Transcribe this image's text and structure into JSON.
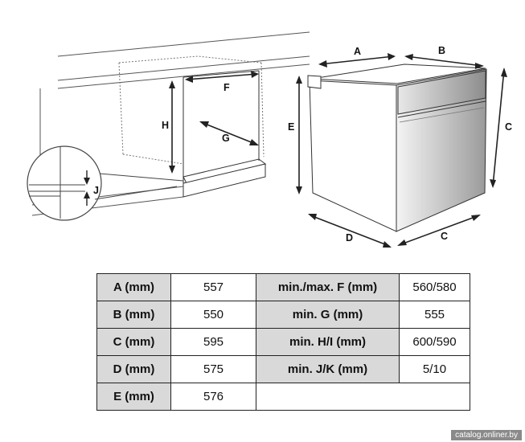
{
  "diagram": {
    "labels": {
      "A": "A",
      "B": "B",
      "C_front": "C",
      "C_depth": "C",
      "D": "D",
      "E": "E",
      "F": "F",
      "G": "G",
      "H": "H",
      "J": "J"
    }
  },
  "table": {
    "rows": [
      [
        "A (mm)",
        "557",
        "min./max. F (mm)",
        "560/580"
      ],
      [
        "B (mm)",
        "550",
        "min. G (mm)",
        "555"
      ],
      [
        "C (mm)",
        "595",
        "min. H/I (mm)",
        "600/590"
      ],
      [
        "D (mm)",
        "575",
        "min. J/K (mm)",
        "5/10"
      ],
      [
        "E (mm)",
        "576",
        "",
        ""
      ]
    ]
  },
  "watermark": "catalog.onliner.by"
}
